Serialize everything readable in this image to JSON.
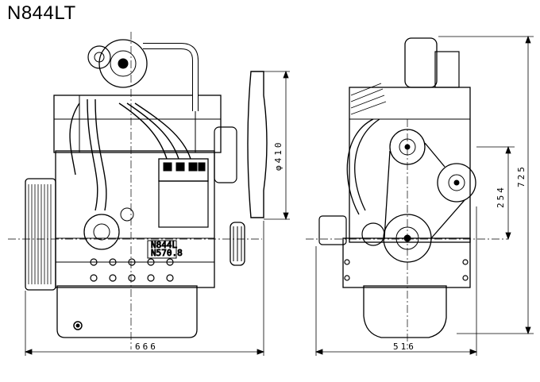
{
  "title": "N844LT",
  "dimensions": {
    "front_width": "666",
    "side_width": "516",
    "pulley_diameter": "φ410",
    "axis_height": "254",
    "total_height": "725"
  },
  "plate": {
    "line1": "N844L",
    "line2": "N570.8"
  }
}
